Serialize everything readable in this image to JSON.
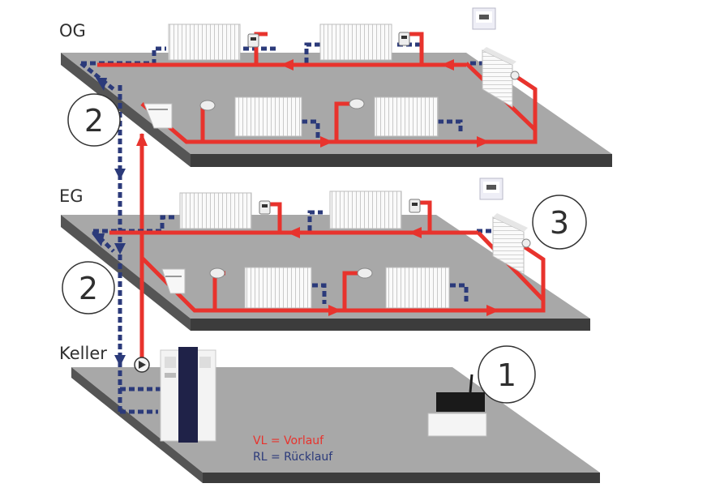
{
  "floors": {
    "og": "OG",
    "eg": "EG",
    "keller": "Keller"
  },
  "markers": {
    "og_return": "2",
    "eg_return": "2",
    "eg_circle": "3",
    "keller_circle": "1"
  },
  "legend": {
    "vorlauf": "VL = Vorlauf",
    "ruecklauf": "RL = Rücklauf"
  },
  "colors": {
    "vorlauf": "#e8332d",
    "ruecklauf": "#2b3a7a",
    "floor_top": "#a8a8a8",
    "floor_edge": "#3c3c3c",
    "boiler_dark": "#1f2248"
  }
}
